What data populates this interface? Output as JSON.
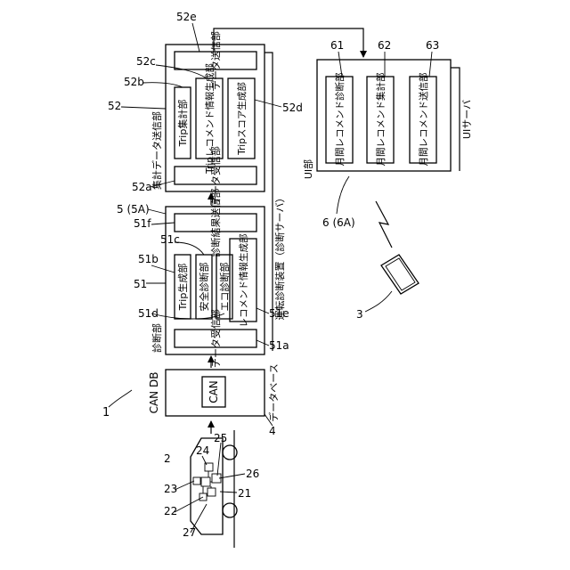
{
  "system_ref": "1",
  "car": {
    "ref": "2",
    "parts": [
      "21",
      "22",
      "23",
      "24",
      "25",
      "26",
      "27"
    ]
  },
  "can_db": {
    "ref": "4",
    "title": "CAN DB",
    "inner": "CAN",
    "caption": "データベース"
  },
  "diagnosis_server": {
    "ref": "5 (5A)",
    "caption": "運転診断装置（診断サーバ）",
    "diag_unit": {
      "ref": "51",
      "title": "診断部",
      "data_rx": {
        "ref": "51a",
        "label": "データ受信部"
      },
      "trip_gen": {
        "ref": "51b",
        "label": "Trip生成部"
      },
      "safety": {
        "ref": "51c",
        "label": "安全診断部"
      },
      "eco": {
        "ref": "51d",
        "label": "エコ診断部"
      },
      "recommend": {
        "ref": "51e",
        "label": "レコメンド情報生成部"
      },
      "result_tx": {
        "ref": "51f",
        "label": "診断結果送信部"
      }
    },
    "agg_unit": {
      "ref": "52",
      "title": "集計データ送信部",
      "data_rx": {
        "ref": "52a",
        "label": "データ受信部"
      },
      "trip_agg": {
        "ref": "52b",
        "label": "Trip集計部"
      },
      "trip_recommend": {
        "ref": "52c",
        "label": "Tripレコメンド情報生成部"
      },
      "trip_score": {
        "ref": "52d",
        "label": "Tripスコア生成部"
      },
      "data_tx": {
        "ref": "52e",
        "label": "データ送信部"
      }
    }
  },
  "ui_server": {
    "ref": "6 (6A)",
    "caption": "UIサーバ",
    "unit_title": "UI部",
    "monthly_diag": {
      "ref": "61",
      "label": "月間レコメンド診断部"
    },
    "monthly_agg": {
      "ref": "62",
      "label": "月間レコメンド集計部"
    },
    "monthly_tx": {
      "ref": "63",
      "label": "月間レコメンド送信部"
    }
  },
  "terminal": {
    "ref": "3"
  }
}
